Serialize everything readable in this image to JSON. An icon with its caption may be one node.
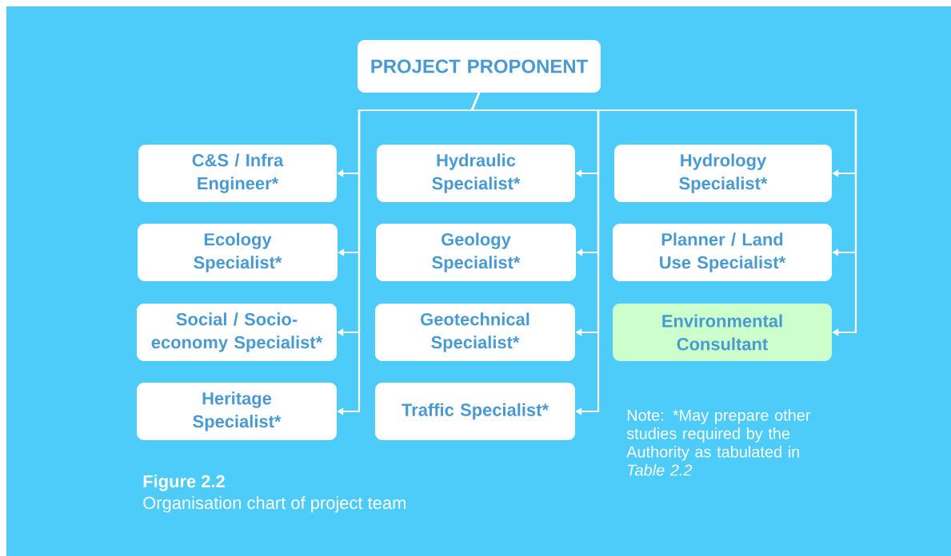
{
  "diagram": {
    "caption": "Organisation chart of project team",
    "nodes": [
      {
        "text": [
          "PROJECT PROPONENT"
        ]
      },
      {
        "text": [
          "C&S / Infra Engineer*"
        ]
      },
      {
        "text": [
          "Ecology Specialist*"
        ]
      },
      {
        "text": [
          "Social / Socio-economy Specialist*"
        ]
      },
      {
        "text": [
          "Heritage Specialist*"
        ]
      },
      {
        "text": [
          "Hydraulic Specialist*"
        ]
      },
      {
        "text": [
          "Geology Specialist*"
        ]
      },
      {
        "text": [
          "Geotechnical Specialist*"
        ]
      },
      {
        "text": [
          "Traffic Specialist*"
        ]
      },
      {
        "text": [
          "Hydrology Specialist*"
        ]
      },
      {
        "text": [
          "Planner / Land Use Specialist*"
        ]
      },
      {
        "text": [
          "Environmental Consultant"
        ]
      }
    ],
    "edges": [
      {
        "from": 0,
        "to": 1,
        "arrow": "to"
      },
      {
        "from": 0,
        "to": 2,
        "arrow": "to"
      },
      {
        "from": 0,
        "to": 3,
        "arrow": "to"
      },
      {
        "from": 0,
        "to": 4,
        "arrow": "to"
      },
      {
        "from": 0,
        "to": 5,
        "arrow": "to"
      },
      {
        "from": 0,
        "to": 6,
        "arrow": "to"
      },
      {
        "from": 0,
        "to": 7,
        "arrow": "to"
      },
      {
        "from": 0,
        "to": 8,
        "arrow": "to"
      },
      {
        "from": 0,
        "to": 9,
        "arrow": "to"
      },
      {
        "from": 0,
        "to": 10,
        "arrow": "to"
      },
      {
        "from": 0,
        "to": 11,
        "arrow": "to"
      }
    ],
    "labels": [
      "Note: *May prepare other studies required by the Authority as tabulated in *Table 2.2*",
      "Figure 2.2"
    ]
  }
}
